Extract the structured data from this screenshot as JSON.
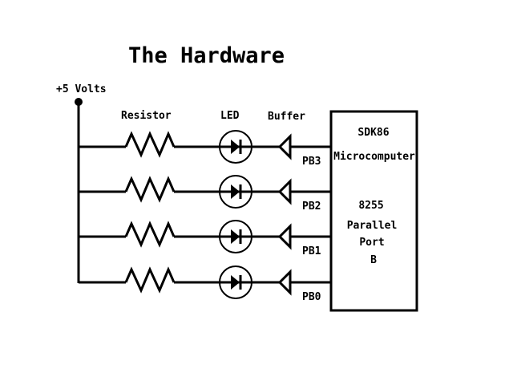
{
  "title": "The Hardware",
  "supply_label": "+5 Volts",
  "column_labels": {
    "resistor": "Resistor",
    "led": "LED",
    "buffer": "Buffer"
  },
  "chip": {
    "lines": [
      "SDK86",
      "Microcomputer",
      "8255",
      "Parallel",
      "Port",
      "B"
    ]
  },
  "rows": [
    {
      "pin": "PB3"
    },
    {
      "pin": "PB2"
    },
    {
      "pin": "PB1"
    },
    {
      "pin": "PB0"
    }
  ],
  "colors": {
    "ink": "#000000",
    "background": "#ffffff"
  }
}
